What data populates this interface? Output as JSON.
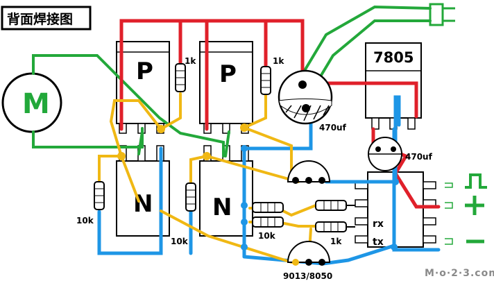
{
  "title": "背面焊接图",
  "motor": {
    "label": "M"
  },
  "regulator": {
    "label": "7805"
  },
  "mosfets": {
    "p1": {
      "label": "P"
    },
    "p2": {
      "label": "P"
    },
    "n1": {
      "label": "N"
    },
    "n2": {
      "label": "N"
    }
  },
  "resistors": {
    "r_p1": "1k",
    "r_p2": "1k",
    "r_n1": "10k",
    "r_n2": "10k",
    "r_mid_left": "10k",
    "r_mid_right": "1k"
  },
  "capacitors": {
    "main": "470uf",
    "reg": "470uf"
  },
  "transistors": {
    "label": "9013/8050"
  },
  "chip_pins": {
    "rx": "rx",
    "tx": "tx"
  },
  "watermark": "M·o·2·3.com",
  "colors": {
    "red_wire": "#e0202a",
    "blue_wire": "#1e96e6",
    "yellow_wire": "#f0b814",
    "green_wire": "#23a83a",
    "background": "#ffffff"
  },
  "icons": {
    "pwm": "square-wave-icon",
    "plus": "plus-icon",
    "minus": "minus-icon",
    "connector": "power-connector-icon"
  }
}
